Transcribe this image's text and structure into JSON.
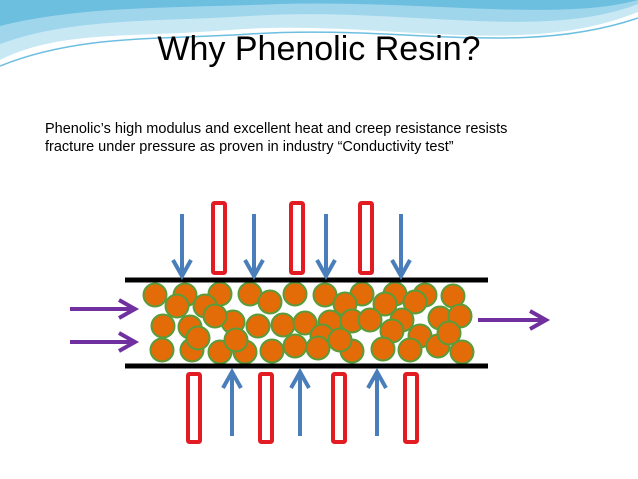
{
  "slide": {
    "title": "Why Phenolic Resin?",
    "body_lines": [
      "Phenolic’s high modulus and excellent heat and creep resistance resists",
      "fracture under pressure as proven in industry “Conductivity test”"
    ]
  },
  "colors": {
    "background": "#ffffff",
    "wave_light": "#c8e8f4",
    "wave_mid": "#9fd6ec",
    "wave_dark": "#6dbfe0",
    "plate": "#000000",
    "pressure_arrow": "#4a7ebb",
    "flow_arrow": "#7030a0",
    "piston": "#e31b23",
    "particle_fill": "#e36c09",
    "particle_stroke": "#5a9c3a"
  },
  "diagram": {
    "particle_count": 48,
    "top_pressure_arrows": 4,
    "bottom_pressure_arrows": 3,
    "top_pistons": 3,
    "bottom_pistons": 4,
    "flow_in_arrows": 2,
    "flow_out_arrows": 1
  }
}
